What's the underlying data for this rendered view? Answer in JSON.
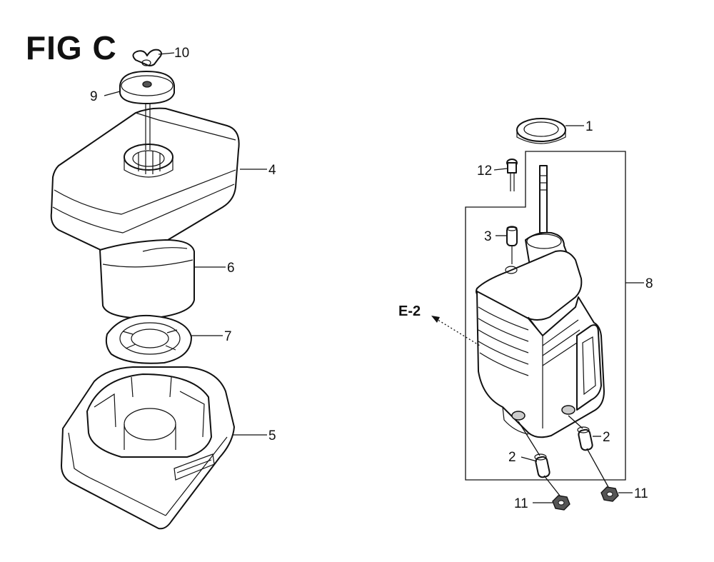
{
  "figure": {
    "title": "FIG C",
    "reference": "E-2"
  },
  "callouts": [
    {
      "id": "c10",
      "label": "10"
    },
    {
      "id": "c9",
      "label": "9"
    },
    {
      "id": "c4",
      "label": "4"
    },
    {
      "id": "c6",
      "label": "6"
    },
    {
      "id": "c7",
      "label": "7"
    },
    {
      "id": "c5",
      "label": "5"
    },
    {
      "id": "c1",
      "label": "1"
    },
    {
      "id": "c12",
      "label": "12"
    },
    {
      "id": "c3",
      "label": "3"
    },
    {
      "id": "c8",
      "label": "8"
    },
    {
      "id": "c2a",
      "label": "2"
    },
    {
      "id": "c2b",
      "label": "2"
    },
    {
      "id": "c11a",
      "label": "11"
    },
    {
      "id": "c11b",
      "label": "11"
    }
  ]
}
